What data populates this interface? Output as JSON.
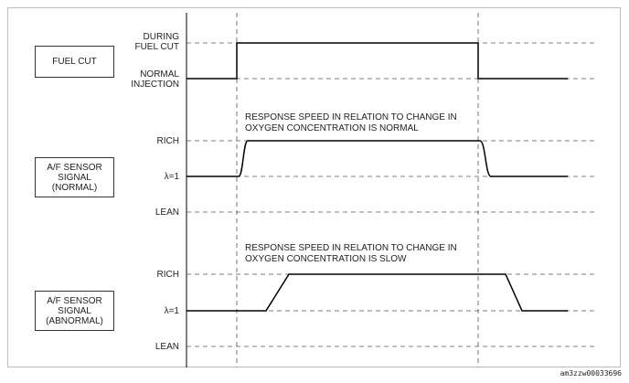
{
  "boxes": {
    "fuel_cut": [
      "FUEL CUT"
    ],
    "af_normal": [
      "A/F SENSOR",
      "SIGNAL",
      "(NORMAL)"
    ],
    "af_abnormal": [
      "A/F SENSOR",
      "SIGNAL",
      "(ABNORMAL)"
    ]
  },
  "levels": {
    "during_fuel_cut": [
      "DURING",
      "FUEL CUT"
    ],
    "normal_injection": [
      "NORMAL",
      "INJECTION"
    ],
    "rich": "RICH",
    "lambda1": "λ=1",
    "lean": "LEAN"
  },
  "annotations": {
    "normal": [
      "RESPONSE SPEED IN RELATION TO CHANGE IN",
      "OXYGEN CONCENTRATION IS NORMAL"
    ],
    "slow": [
      "RESPONSE SPEED IN RELATION TO CHANGE IN",
      "OXYGEN CONCENTRATION IS SLOW"
    ]
  },
  "reference_code": "am3zzw00033696",
  "colors": {
    "line": "#000000",
    "dashed": "#555555",
    "box_border": "#333333"
  }
}
